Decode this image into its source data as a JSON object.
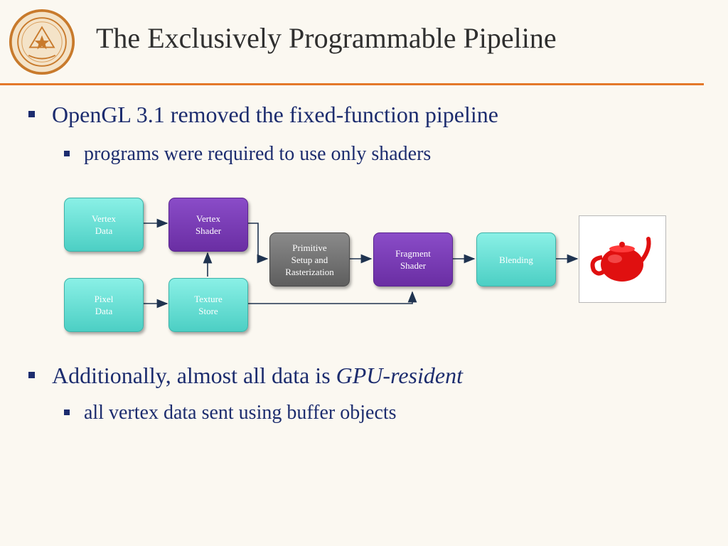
{
  "slide": {
    "title": "The Exclusively Programmable Pipeline",
    "bullets": [
      {
        "text": "OpenGL 3.1 removed the fixed-function pipeline",
        "sub": "programs were required to use only shaders"
      },
      {
        "text_before": "Additionally, almost all data is ",
        "text_emphasis": "GPU-resident",
        "sub": "all vertex data sent using buffer objects"
      }
    ]
  },
  "diagram": {
    "nodes": {
      "vertex_data": "Vertex\nData",
      "vertex_shader": "Vertex\nShader",
      "pixel_data": "Pixel\nData",
      "texture_store": "Texture\nStore",
      "primitive_setup": "Primitive\nSetup and\nRasterization",
      "fragment_shader": "Fragment\nShader",
      "blending": "Blending"
    },
    "colors": {
      "fixed_stage": "#4ccfc4",
      "programmable_stage": "#6a2ea3",
      "rasterizer": "#5e5e5e",
      "arrow": "#1f3350",
      "output_object": "#e01010"
    },
    "output_icon": "red-teapot"
  },
  "theme": {
    "accent": "#e4782a",
    "text": "#1c2c6e",
    "title": "#2f2f2f"
  }
}
